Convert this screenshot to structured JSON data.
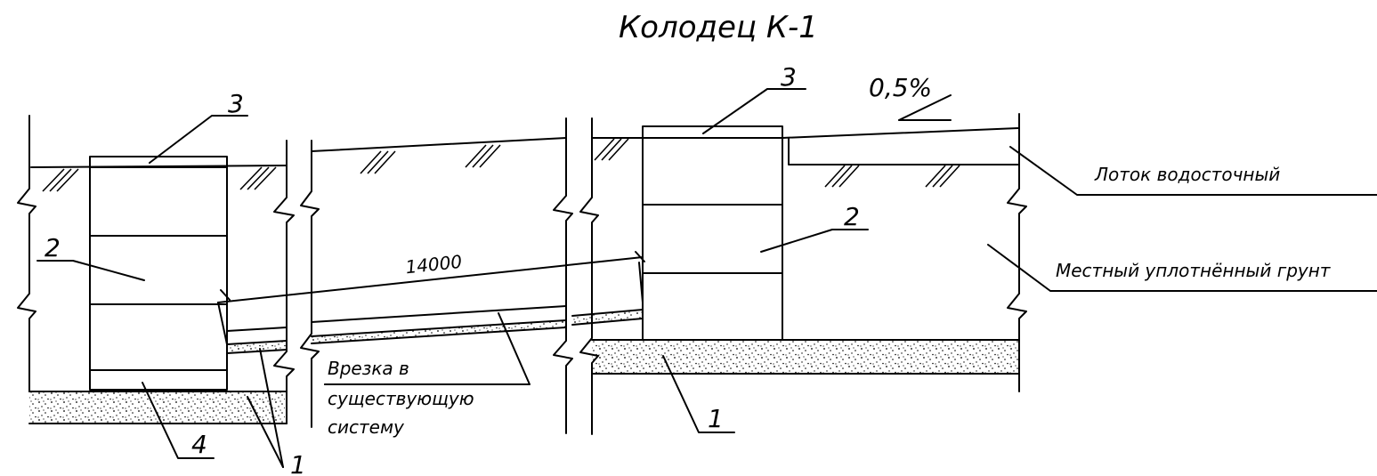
{
  "title": "Колодец К-1",
  "slope": "0,5%",
  "dimension": "14000",
  "callouts": {
    "lotok": "Лоток водосточный",
    "grunt": "Местный уплотнённый грунт",
    "vrezka_line1": "Врезка в",
    "vrezka_line2": "существующую",
    "vrezka_line3": "систему"
  },
  "marks": {
    "m1": "1",
    "m2": "2",
    "m3": "3",
    "m4": "4"
  }
}
